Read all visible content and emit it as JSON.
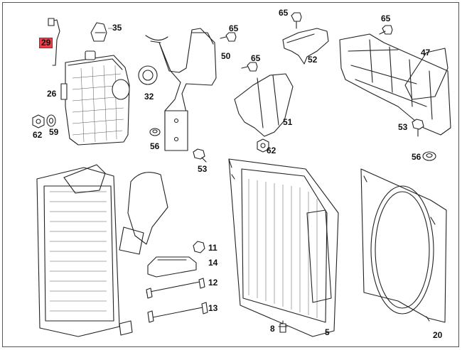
{
  "diagram": {
    "highlighted_part": "29",
    "callouts": [
      {
        "id": "c35",
        "label": "35"
      },
      {
        "id": "c29",
        "label": "29"
      },
      {
        "id": "c26",
        "label": "26"
      },
      {
        "id": "c62a",
        "label": "62"
      },
      {
        "id": "c59",
        "label": "59"
      },
      {
        "id": "c32",
        "label": "32"
      },
      {
        "id": "c56a",
        "label": "56"
      },
      {
        "id": "c50",
        "label": "50"
      },
      {
        "id": "c65a",
        "label": "65"
      },
      {
        "id": "c65b",
        "label": "65"
      },
      {
        "id": "c65c",
        "label": "65"
      },
      {
        "id": "c65d",
        "label": "65"
      },
      {
        "id": "c52",
        "label": "52"
      },
      {
        "id": "c47",
        "label": "47"
      },
      {
        "id": "c51",
        "label": "51"
      },
      {
        "id": "c62b",
        "label": "62"
      },
      {
        "id": "c53a",
        "label": "53"
      },
      {
        "id": "c53b",
        "label": "53"
      },
      {
        "id": "c56b",
        "label": "56"
      },
      {
        "id": "c11",
        "label": "11"
      },
      {
        "id": "c14",
        "label": "14"
      },
      {
        "id": "c12",
        "label": "12"
      },
      {
        "id": "c13",
        "label": "13"
      },
      {
        "id": "c8",
        "label": "8"
      },
      {
        "id": "c5",
        "label": "5"
      },
      {
        "id": "c20",
        "label": "20"
      }
    ],
    "colors": {
      "highlight": "#e8404a",
      "line": "#222222",
      "background": "#ffffff"
    }
  }
}
